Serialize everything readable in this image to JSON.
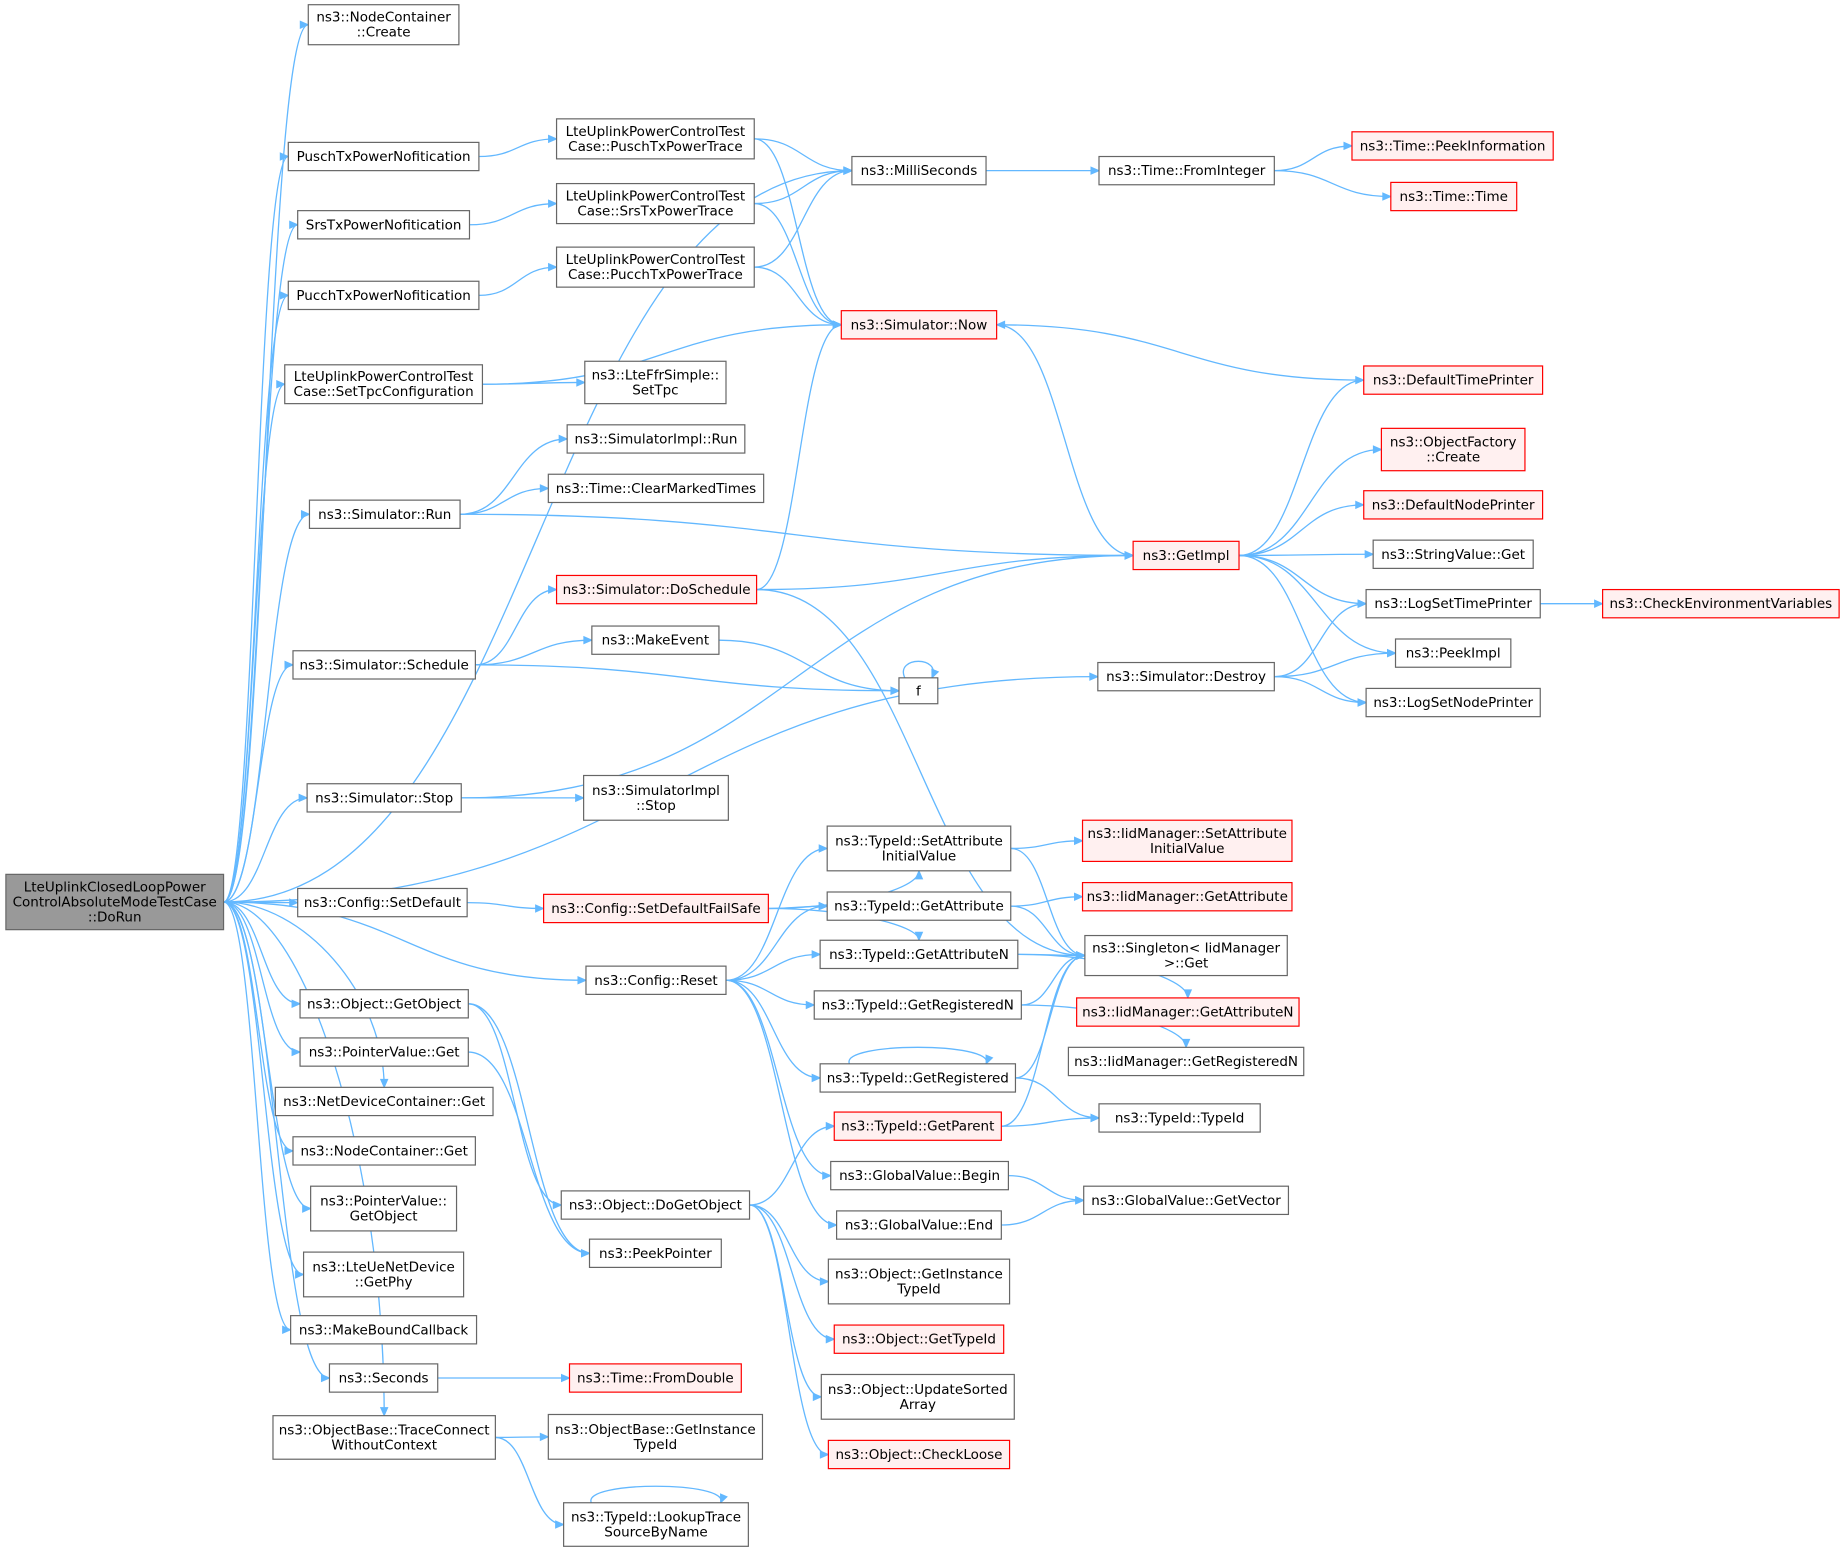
{
  "colors": {
    "edge": "#63b8ff",
    "box_border": "#666666",
    "truncated_border": "#ff0000",
    "root_fill": "#999999"
  },
  "nodes": {
    "root": {
      "lines": [
        "LteUplinkClosedLoopPower",
        "ControlAbsoluteModeTestCase",
        "::DoRun"
      ]
    },
    "ncCreate": {
      "lines": [
        "ns3::NodeContainer",
        "::Create"
      ]
    },
    "puschNotif": {
      "lines": [
        "PuschTxPowerNofitication"
      ]
    },
    "srsNotif": {
      "lines": [
        "SrsTxPowerNofitication"
      ]
    },
    "pucchNotif": {
      "lines": [
        "PucchTxPowerNofitication"
      ]
    },
    "setTpcConf": {
      "lines": [
        "LteUplinkPowerControlTest",
        "Case::SetTpcConfiguration"
      ]
    },
    "simRun": {
      "lines": [
        "ns3::Simulator::Run"
      ]
    },
    "simSchedule": {
      "lines": [
        "ns3::Simulator::Schedule"
      ]
    },
    "simStop": {
      "lines": [
        "ns3::Simulator::Stop"
      ]
    },
    "cfgSetDef": {
      "lines": [
        "ns3::Config::SetDefault"
      ]
    },
    "objGetObj": {
      "lines": [
        "ns3::Object::GetObject"
      ]
    },
    "pvGet": {
      "lines": [
        "ns3::PointerValue::Get"
      ]
    },
    "ndcGet": {
      "lines": [
        "ns3::NetDeviceContainer::Get"
      ]
    },
    "ncGet": {
      "lines": [
        "ns3::NodeContainer::Get"
      ]
    },
    "pvGetObj": {
      "lines": [
        "ns3::PointerValue::",
        "GetObject"
      ]
    },
    "lteGetPhy": {
      "lines": [
        "ns3::LteUeNetDevice",
        "::GetPhy"
      ]
    },
    "makeBound": {
      "lines": [
        "ns3::MakeBoundCallback"
      ]
    },
    "seconds": {
      "lines": [
        "ns3::Seconds"
      ]
    },
    "traceConn": {
      "lines": [
        "ns3::ObjectBase::TraceConnect",
        "WithoutContext"
      ]
    },
    "puschTrace": {
      "lines": [
        "LteUplinkPowerControlTest",
        "Case::PuschTxPowerTrace"
      ]
    },
    "srsTrace": {
      "lines": [
        "LteUplinkPowerControlTest",
        "Case::SrsTxPowerTrace"
      ]
    },
    "pucchTrace": {
      "lines": [
        "LteUplinkPowerControlTest",
        "Case::PucchTxPowerTrace"
      ]
    },
    "ffrSetTpc": {
      "lines": [
        "ns3::LteFfrSimple::",
        "SetTpc"
      ]
    },
    "implRun": {
      "lines": [
        "ns3::SimulatorImpl::Run"
      ]
    },
    "clearMarked": {
      "lines": [
        "ns3::Time::ClearMarkedTimes"
      ]
    },
    "doSchedule": {
      "lines": [
        "ns3::Simulator::DoSchedule"
      ]
    },
    "makeEvent": {
      "lines": [
        "ns3::MakeEvent"
      ]
    },
    "implStop": {
      "lines": [
        "ns3::SimulatorImpl",
        "::Stop"
      ]
    },
    "cfgSafe": {
      "lines": [
        "ns3::Config::SetDefaultFailSafe"
      ]
    },
    "cfgReset": {
      "lines": [
        "ns3::Config::Reset"
      ]
    },
    "doGetObj": {
      "lines": [
        "ns3::Object::DoGetObject"
      ]
    },
    "peekPtr": {
      "lines": [
        "ns3::PeekPointer"
      ]
    },
    "fromDouble": {
      "lines": [
        "ns3::Time::FromDouble"
      ]
    },
    "obGetInst": {
      "lines": [
        "ns3::ObjectBase::GetInstance",
        "TypeId"
      ]
    },
    "lookupTrace": {
      "lines": [
        "ns3::TypeId::LookupTrace",
        "SourceByName"
      ]
    },
    "milli": {
      "lines": [
        "ns3::MilliSeconds"
      ]
    },
    "now": {
      "lines": [
        "ns3::Simulator::Now"
      ]
    },
    "f": {
      "lines": [
        "f"
      ]
    },
    "tidSetAttr": {
      "lines": [
        "ns3::TypeId::SetAttribute",
        "InitialValue"
      ]
    },
    "tidGetAttr": {
      "lines": [
        "ns3::TypeId::GetAttribute"
      ]
    },
    "tidGetAttrN": {
      "lines": [
        "ns3::TypeId::GetAttributeN"
      ]
    },
    "tidGetRegN": {
      "lines": [
        "ns3::TypeId::GetRegisteredN"
      ]
    },
    "tidGetReg": {
      "lines": [
        "ns3::TypeId::GetRegistered"
      ]
    },
    "tidGetParent": {
      "lines": [
        "ns3::TypeId::GetParent"
      ]
    },
    "gvBegin": {
      "lines": [
        "ns3::GlobalValue::Begin"
      ]
    },
    "gvEnd": {
      "lines": [
        "ns3::GlobalValue::End"
      ]
    },
    "objGetInst": {
      "lines": [
        "ns3::Object::GetInstance",
        "TypeId"
      ]
    },
    "objGetType": {
      "lines": [
        "ns3::Object::GetTypeId"
      ]
    },
    "objUpdSort": {
      "lines": [
        "ns3::Object::UpdateSorted",
        "Array"
      ]
    },
    "objCheckLoose": {
      "lines": [
        "ns3::Object::CheckLoose"
      ]
    },
    "fromInteger": {
      "lines": [
        "ns3::Time::FromInteger"
      ]
    },
    "getImpl": {
      "lines": [
        "ns3::GetImpl"
      ]
    },
    "simDestroy": {
      "lines": [
        "ns3::Simulator::Destroy"
      ]
    },
    "iidSetAttr": {
      "lines": [
        "ns3::IidManager::SetAttribute",
        "InitialValue"
      ]
    },
    "iidGetAttr": {
      "lines": [
        "ns3::IidManager::GetAttribute"
      ]
    },
    "singleton": {
      "lines": [
        "ns3::Singleton< IidManager",
        ">::Get"
      ]
    },
    "iidGetAttrN": {
      "lines": [
        "ns3::IidManager::GetAttributeN"
      ]
    },
    "iidGetRegN": {
      "lines": [
        "ns3::IidManager::GetRegisteredN"
      ]
    },
    "tidTypeId": {
      "lines": [
        "ns3::TypeId::TypeId"
      ]
    },
    "gvGetVector": {
      "lines": [
        "ns3::GlobalValue::GetVector"
      ]
    },
    "peekInfo": {
      "lines": [
        "ns3::Time::PeekInformation"
      ]
    },
    "timeTime": {
      "lines": [
        "ns3::Time::Time"
      ]
    },
    "defTimePr": {
      "lines": [
        "ns3::DefaultTimePrinter"
      ]
    },
    "objFactCreate": {
      "lines": [
        "ns3::ObjectFactory",
        "::Create"
      ]
    },
    "defNodePr": {
      "lines": [
        "ns3::DefaultNodePrinter"
      ]
    },
    "strValGet": {
      "lines": [
        "ns3::StringValue::Get"
      ]
    },
    "logSetTime": {
      "lines": [
        "ns3::LogSetTimePrinter"
      ]
    },
    "peekImpl": {
      "lines": [
        "ns3::PeekImpl"
      ]
    },
    "logSetNode": {
      "lines": [
        "ns3::LogSetNodePrinter"
      ]
    },
    "checkEnv": {
      "lines": [
        "ns3::CheckEnvironmentVariables"
      ]
    }
  }
}
